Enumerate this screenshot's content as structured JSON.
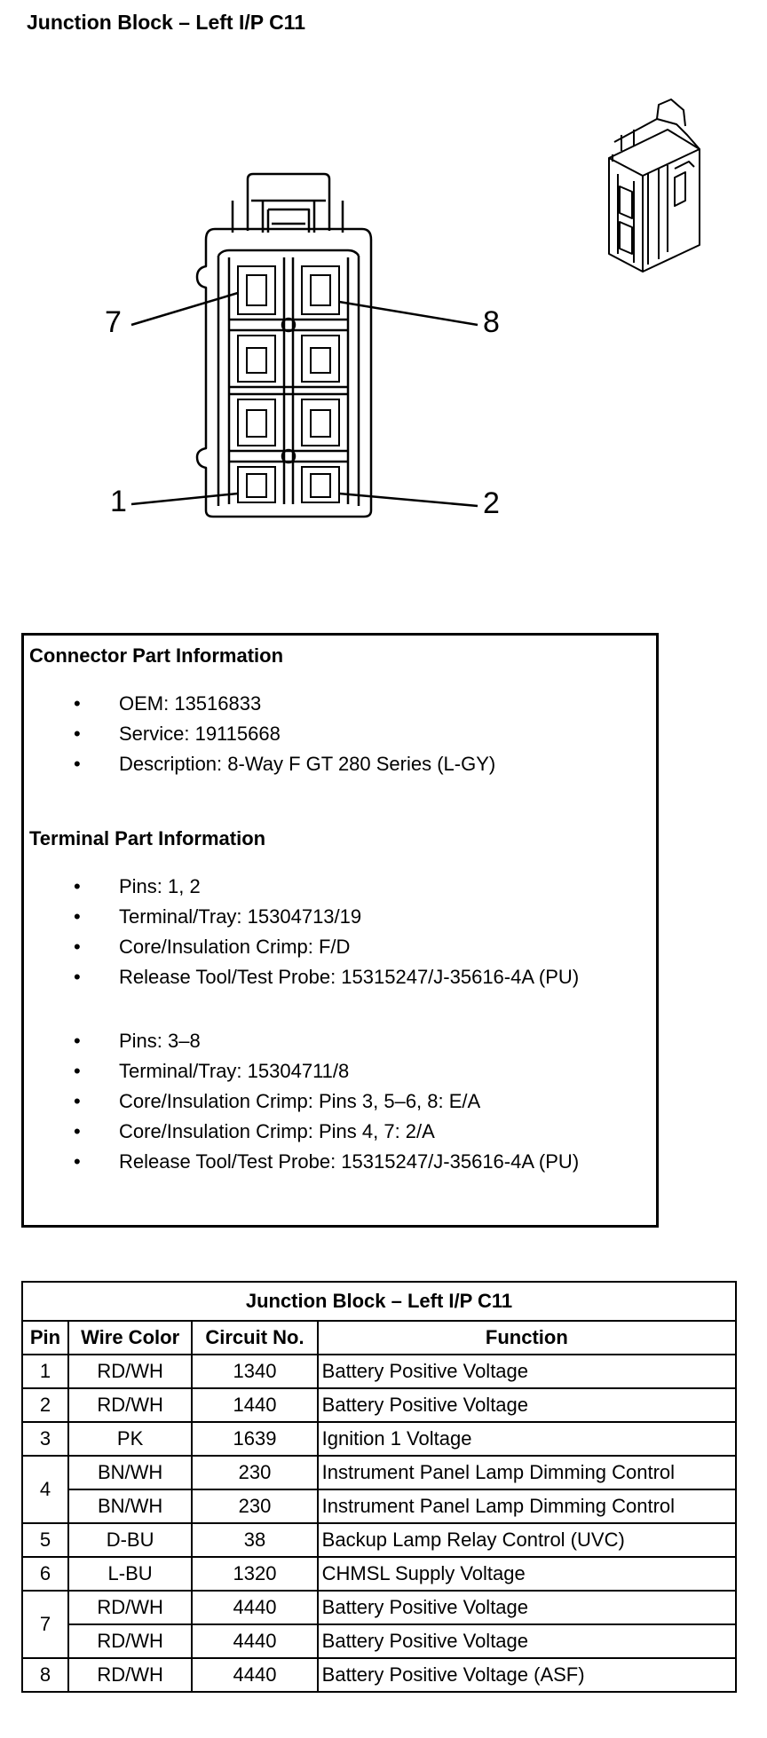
{
  "page_title": "Junction Block – Left I/P C11",
  "diagram": {
    "pin_labels": {
      "p7": "7",
      "p8": "8",
      "p1": "1",
      "p2": "2"
    }
  },
  "connector_info": {
    "heading": "Connector Part Information",
    "items": [
      "OEM: 13516833",
      "Service: 19115668",
      "Description: 8-Way F GT 280 Series (L-GY)"
    ]
  },
  "terminal_info": {
    "heading": "Terminal Part Information",
    "group1": [
      "Pins: 1, 2",
      "Terminal/Tray: 15304713/19",
      "Core/Insulation Crimp: F/D",
      "Release Tool/Test Probe: 15315247/J-35616-4A (PU)"
    ],
    "group2": [
      "Pins: 3–8",
      "Terminal/Tray: 15304711/8",
      "Core/Insulation Crimp: Pins 3, 5–6, 8: E/A",
      "Core/Insulation Crimp: Pins 4, 7: 2/A",
      "Release Tool/Test Probe: 15315247/J-35616-4A (PU)"
    ]
  },
  "table": {
    "title": "Junction Block – Left I/P C11",
    "headers": {
      "pin": "Pin",
      "wire": "Wire Color",
      "circuit": "Circuit No.",
      "function": "Function"
    },
    "rows": [
      {
        "pin": "1",
        "wire": "RD/WH",
        "circuit": "1340",
        "function": "Battery Positive Voltage"
      },
      {
        "pin": "2",
        "wire": "RD/WH",
        "circuit": "1440",
        "function": "Battery Positive Voltage"
      },
      {
        "pin": "3",
        "wire": "PK",
        "circuit": "1639",
        "function": "Ignition 1 Voltage"
      },
      {
        "pin": "4",
        "wire": "BN/WH",
        "circuit": "230",
        "function": "Instrument Panel Lamp Dimming Control"
      },
      {
        "pin": "",
        "wire": "BN/WH",
        "circuit": "230",
        "function": "Instrument Panel Lamp Dimming Control"
      },
      {
        "pin": "5",
        "wire": "D-BU",
        "circuit": "38",
        "function": "Backup Lamp Relay Control (UVC)"
      },
      {
        "pin": "6",
        "wire": "L-BU",
        "circuit": "1320",
        "function": "CHMSL Supply Voltage"
      },
      {
        "pin": "7",
        "wire": "RD/WH",
        "circuit": "4440",
        "function": "Battery Positive Voltage"
      },
      {
        "pin": "",
        "wire": "RD/WH",
        "circuit": "4440",
        "function": "Battery Positive Voltage"
      },
      {
        "pin": "8",
        "wire": "RD/WH",
        "circuit": "4440",
        "function": "Battery Positive Voltage (ASF)"
      }
    ]
  }
}
